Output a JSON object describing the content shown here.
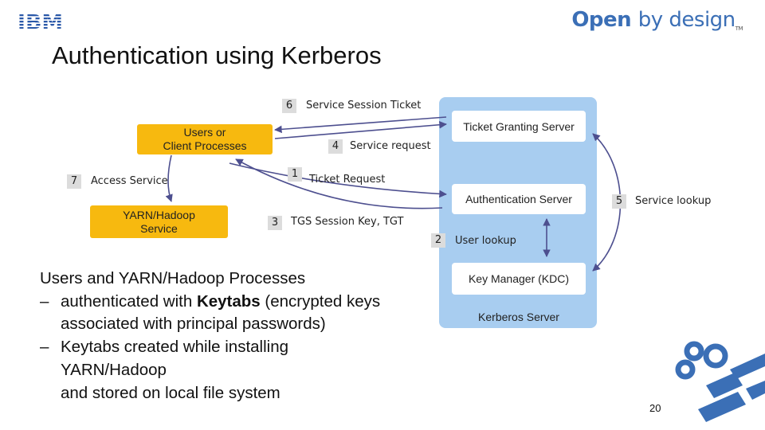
{
  "header": {
    "logo": "IBM",
    "brand": {
      "open": "Open",
      "by_design": "by design",
      "tm": "TM"
    }
  },
  "title": "Authentication using Kerberos",
  "clients": {
    "users_box": "Users or\nClient Processes",
    "yarn_box": "YARN/Hadoop\nService"
  },
  "kerberos": {
    "tgs": "Ticket Granting Server",
    "as": "Authentication Server",
    "kdc": "Key Manager (KDC)",
    "server": "Kerberos Server"
  },
  "steps": [
    {
      "num": "1",
      "label": "Ticket Request"
    },
    {
      "num": "2",
      "label": "User lookup"
    },
    {
      "num": "3",
      "label": "TGS Session Key, TGT"
    },
    {
      "num": "4",
      "label": "Service request"
    },
    {
      "num": "5",
      "label": "Service lookup"
    },
    {
      "num": "6",
      "label": "Service Session Ticket"
    },
    {
      "num": "7",
      "label": "Access Service"
    }
  ],
  "bullets": {
    "heading": "Users and YARN/Hadoop Processes",
    "dash": "–",
    "item1_pre": "authenticated with ",
    "item1_bold": "Keytabs",
    "item1_post": " (encrypted keys",
    "item1_cont": "associated with principal passwords)",
    "item2": "Keytabs created while installing",
    "item2_cont1": "YARN/Hadoop",
    "item2_cont2": "and stored on local file system"
  },
  "page_number": "20",
  "colors": {
    "accent_yellow": "#f7b90f",
    "panel_blue": "#a8cdf0",
    "arrow_purple": "#4d4f8f",
    "brand_blue": "#3b6fb6"
  }
}
